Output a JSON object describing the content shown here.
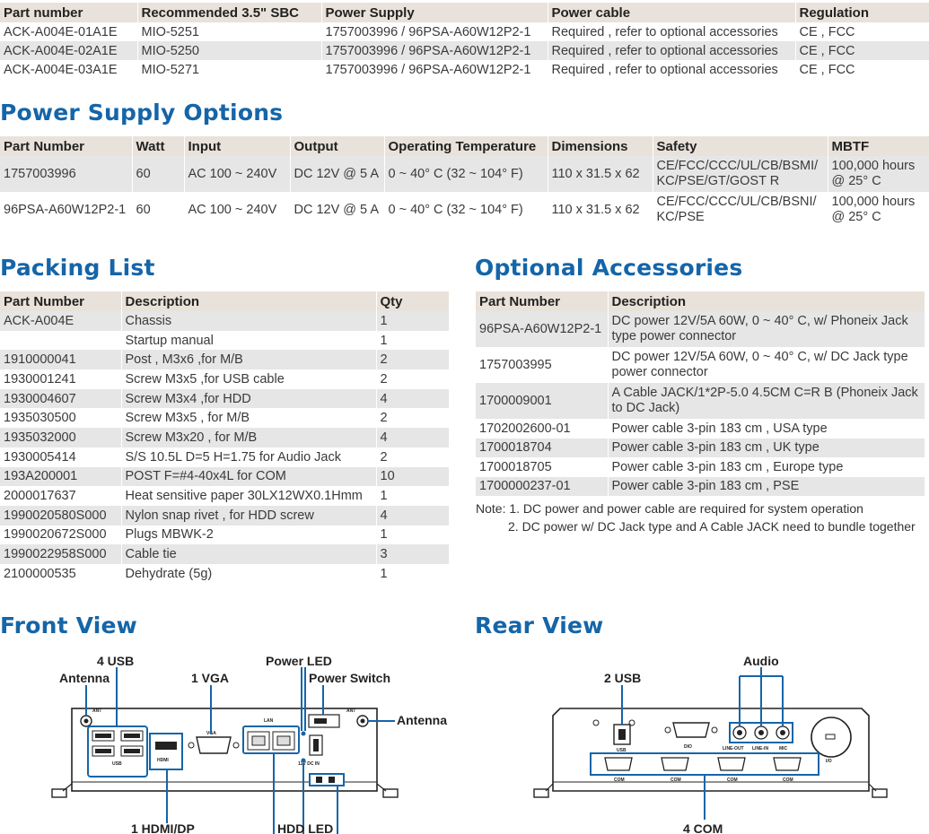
{
  "model_table": {
    "headers": [
      "Part number",
      "Recommended 3.5\" SBC",
      "Power Supply",
      "Power cable",
      "Regulation"
    ],
    "rows": [
      [
        "ACK-A004E-01A1E",
        "MIO-5251",
        "1757003996 / 96PSA-A60W12P2-1",
        "Required , refer to optional accessories",
        "CE , FCC"
      ],
      [
        "ACK-A004E-02A1E",
        "MIO-5250",
        "1757003996 / 96PSA-A60W12P2-1",
        "Required , refer to optional accessories",
        "CE , FCC"
      ],
      [
        "ACK-A004E-03A1E",
        "MIO-5271",
        "1757003996 / 96PSA-A60W12P2-1",
        "Required , refer to optional accessories",
        "CE , FCC"
      ]
    ]
  },
  "power_supply": {
    "title": "Power Supply Options",
    "headers": [
      "Part Number",
      "Watt",
      "Input",
      "Output",
      "Operating Temperature",
      "Dimensions",
      "Safety",
      "MBTF"
    ],
    "rows": [
      [
        "1757003996",
        "60",
        "AC 100 ~ 240V",
        "DC 12V @ 5 A",
        "0 ~ 40° C (32 ~ 104° F)",
        "110 x 31.5 x 62",
        "CE/FCC/CCC/UL/CB/BSMI/ KC/PSE/GT/GOST R",
        "100,000 hours @ 25° C"
      ],
      [
        "96PSA-A60W12P2-1",
        "60",
        "AC 100 ~ 240V",
        "DC 12V @ 5 A",
        "0 ~ 40° C (32 ~ 104° F)",
        "110 x 31.5 x 62",
        "CE/FCC/CCC/UL/CB/BSNI/ KC/PSE",
        "100,000 hours @ 25° C"
      ]
    ]
  },
  "packing_list": {
    "title": "Packing List",
    "headers": [
      "Part Number",
      "Description",
      "Qty"
    ],
    "rows": [
      [
        "ACK-A004E",
        "Chassis",
        "1"
      ],
      [
        "",
        "Startup manual",
        "1"
      ],
      [
        "1910000041",
        "Post , M3x6 ,for M/B",
        "2"
      ],
      [
        "1930001241",
        "Screw M3x5 ,for USB cable",
        "2"
      ],
      [
        "1930004607",
        "Screw M3x4 ,for HDD",
        "4"
      ],
      [
        "1935030500",
        "Screw M3x5 , for M/B",
        "2"
      ],
      [
        "1935032000",
        "Screw M3x20 , for M/B",
        "4"
      ],
      [
        "1930005414",
        "S/S 10.5L D=5 H=1.75 for Audio Jack",
        "2"
      ],
      [
        "193A200001",
        "POST F=#4-40x4L for COM",
        "10"
      ],
      [
        "2000017637",
        "Heat sensitive paper 30LX12WX0.1Hmm",
        "1"
      ],
      [
        "1990020580S000",
        "Nylon snap rivet , for HDD screw",
        "4"
      ],
      [
        "1990020672S000",
        "Plugs MBWK-2",
        "1"
      ],
      [
        "1990022958S000",
        "Cable tie",
        "3"
      ],
      [
        "2100000535",
        "Dehydrate (5g)",
        "1"
      ]
    ]
  },
  "accessories": {
    "title": "Optional Accessories",
    "headers": [
      "Part Number",
      "Description"
    ],
    "rows": [
      [
        "96PSA-A60W12P2-1",
        "DC power 12V/5A 60W, 0 ~ 40° C, w/ Phoneix Jack type power connector"
      ],
      [
        "1757003995",
        "DC power 12V/5A 60W, 0 ~ 40° C, w/ DC Jack type power connector"
      ],
      [
        "1700009001",
        "A Cable JACK/1*2P-5.0 4.5CM C=R B (Phoneix Jack to DC Jack)"
      ],
      [
        "1702002600-01",
        "Power cable 3-pin 183 cm , USA type"
      ],
      [
        "1700018704",
        "Power cable 3-pin 183 cm , UK type"
      ],
      [
        "1700018705",
        "Power cable 3-pin 183 cm , Europe type"
      ],
      [
        "1700000237-01",
        "Power cable 3-pin 183 cm , PSE"
      ]
    ],
    "note_prefix": "Note:",
    "note1": "1. DC power and power cable are required for system operation",
    "note2": "2. DC power w/ DC Jack type and A Cable JACK need to bundle together"
  },
  "front_view": {
    "title": "Front View",
    "labels": {
      "usb": "4 USB",
      "antenna_left": "Antenna",
      "vga": "1 VGA",
      "power_led": "Power LED",
      "power_switch": "Power Switch",
      "antenna_right": "Antenna",
      "hdmi": "1 HDMI/DP",
      "hdd_led": "HDD LED"
    },
    "silk": {
      "ant": "ANT",
      "usb": "USB",
      "hdmi": "HDMI",
      "vga": "VGA",
      "lan": "LAN",
      "dcin": "12V DC IN"
    }
  },
  "rear_view": {
    "title": "Rear View",
    "labels": {
      "audio": "Audio",
      "usb": "2 USB",
      "com": "4 COM"
    },
    "silk": {
      "usb": "USB",
      "dio": "DIO",
      "lineout": "LINE-OUT",
      "linein": "LINE-IN",
      "mic": "MIC",
      "com": "COM",
      "io": "I/O"
    }
  },
  "colors": {
    "accent": "#1565a8",
    "header_bg": "#e9e2da",
    "row_gray": "#e6e6e6",
    "callout": "#1565a8"
  }
}
